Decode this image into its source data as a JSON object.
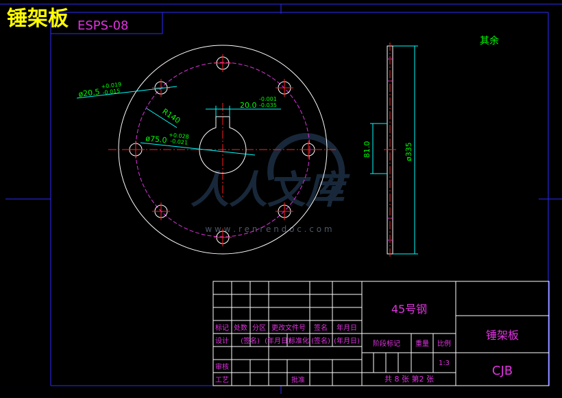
{
  "title": "锤架板",
  "drawing_code": "ESPS-08",
  "surface_note": "其余",
  "dimensions": {
    "hole_dia": "ø20.5",
    "hole_dia_tol_upper": "+0.019",
    "hole_dia_tol_lower": "-0.015",
    "pitch_radius": "R140",
    "keyway_width": "20.0",
    "keyway_tol_upper": "-0.001",
    "keyway_tol_lower": "-0.035",
    "bore_dia": "ø75.0",
    "bore_tol_upper": "+0.028",
    "bore_tol_lower": "-0.021",
    "hub_height": "81.0",
    "outer_dia": "ø335"
  },
  "watermark": {
    "text": "人人文库",
    "url": "w w w . r e n r e n d o c . c o m"
  },
  "title_block": {
    "material": "45号钢",
    "part_name": "锤架板",
    "code": "CJB",
    "row_labels": [
      "标记",
      "处数",
      "分区",
      "更改文件号",
      "签名",
      "年月日"
    ],
    "row_design": [
      "设计",
      "(签名)",
      "(年月日)",
      "标准化",
      "(签名)",
      "(年月日)"
    ],
    "review": "审核",
    "process": "工艺",
    "approve": "批准",
    "stage_mark": "阶段标记",
    "weight": "重量",
    "scale_label": "比例",
    "scale_value": "1:3",
    "sheets": "共 8 张 第2 张"
  }
}
